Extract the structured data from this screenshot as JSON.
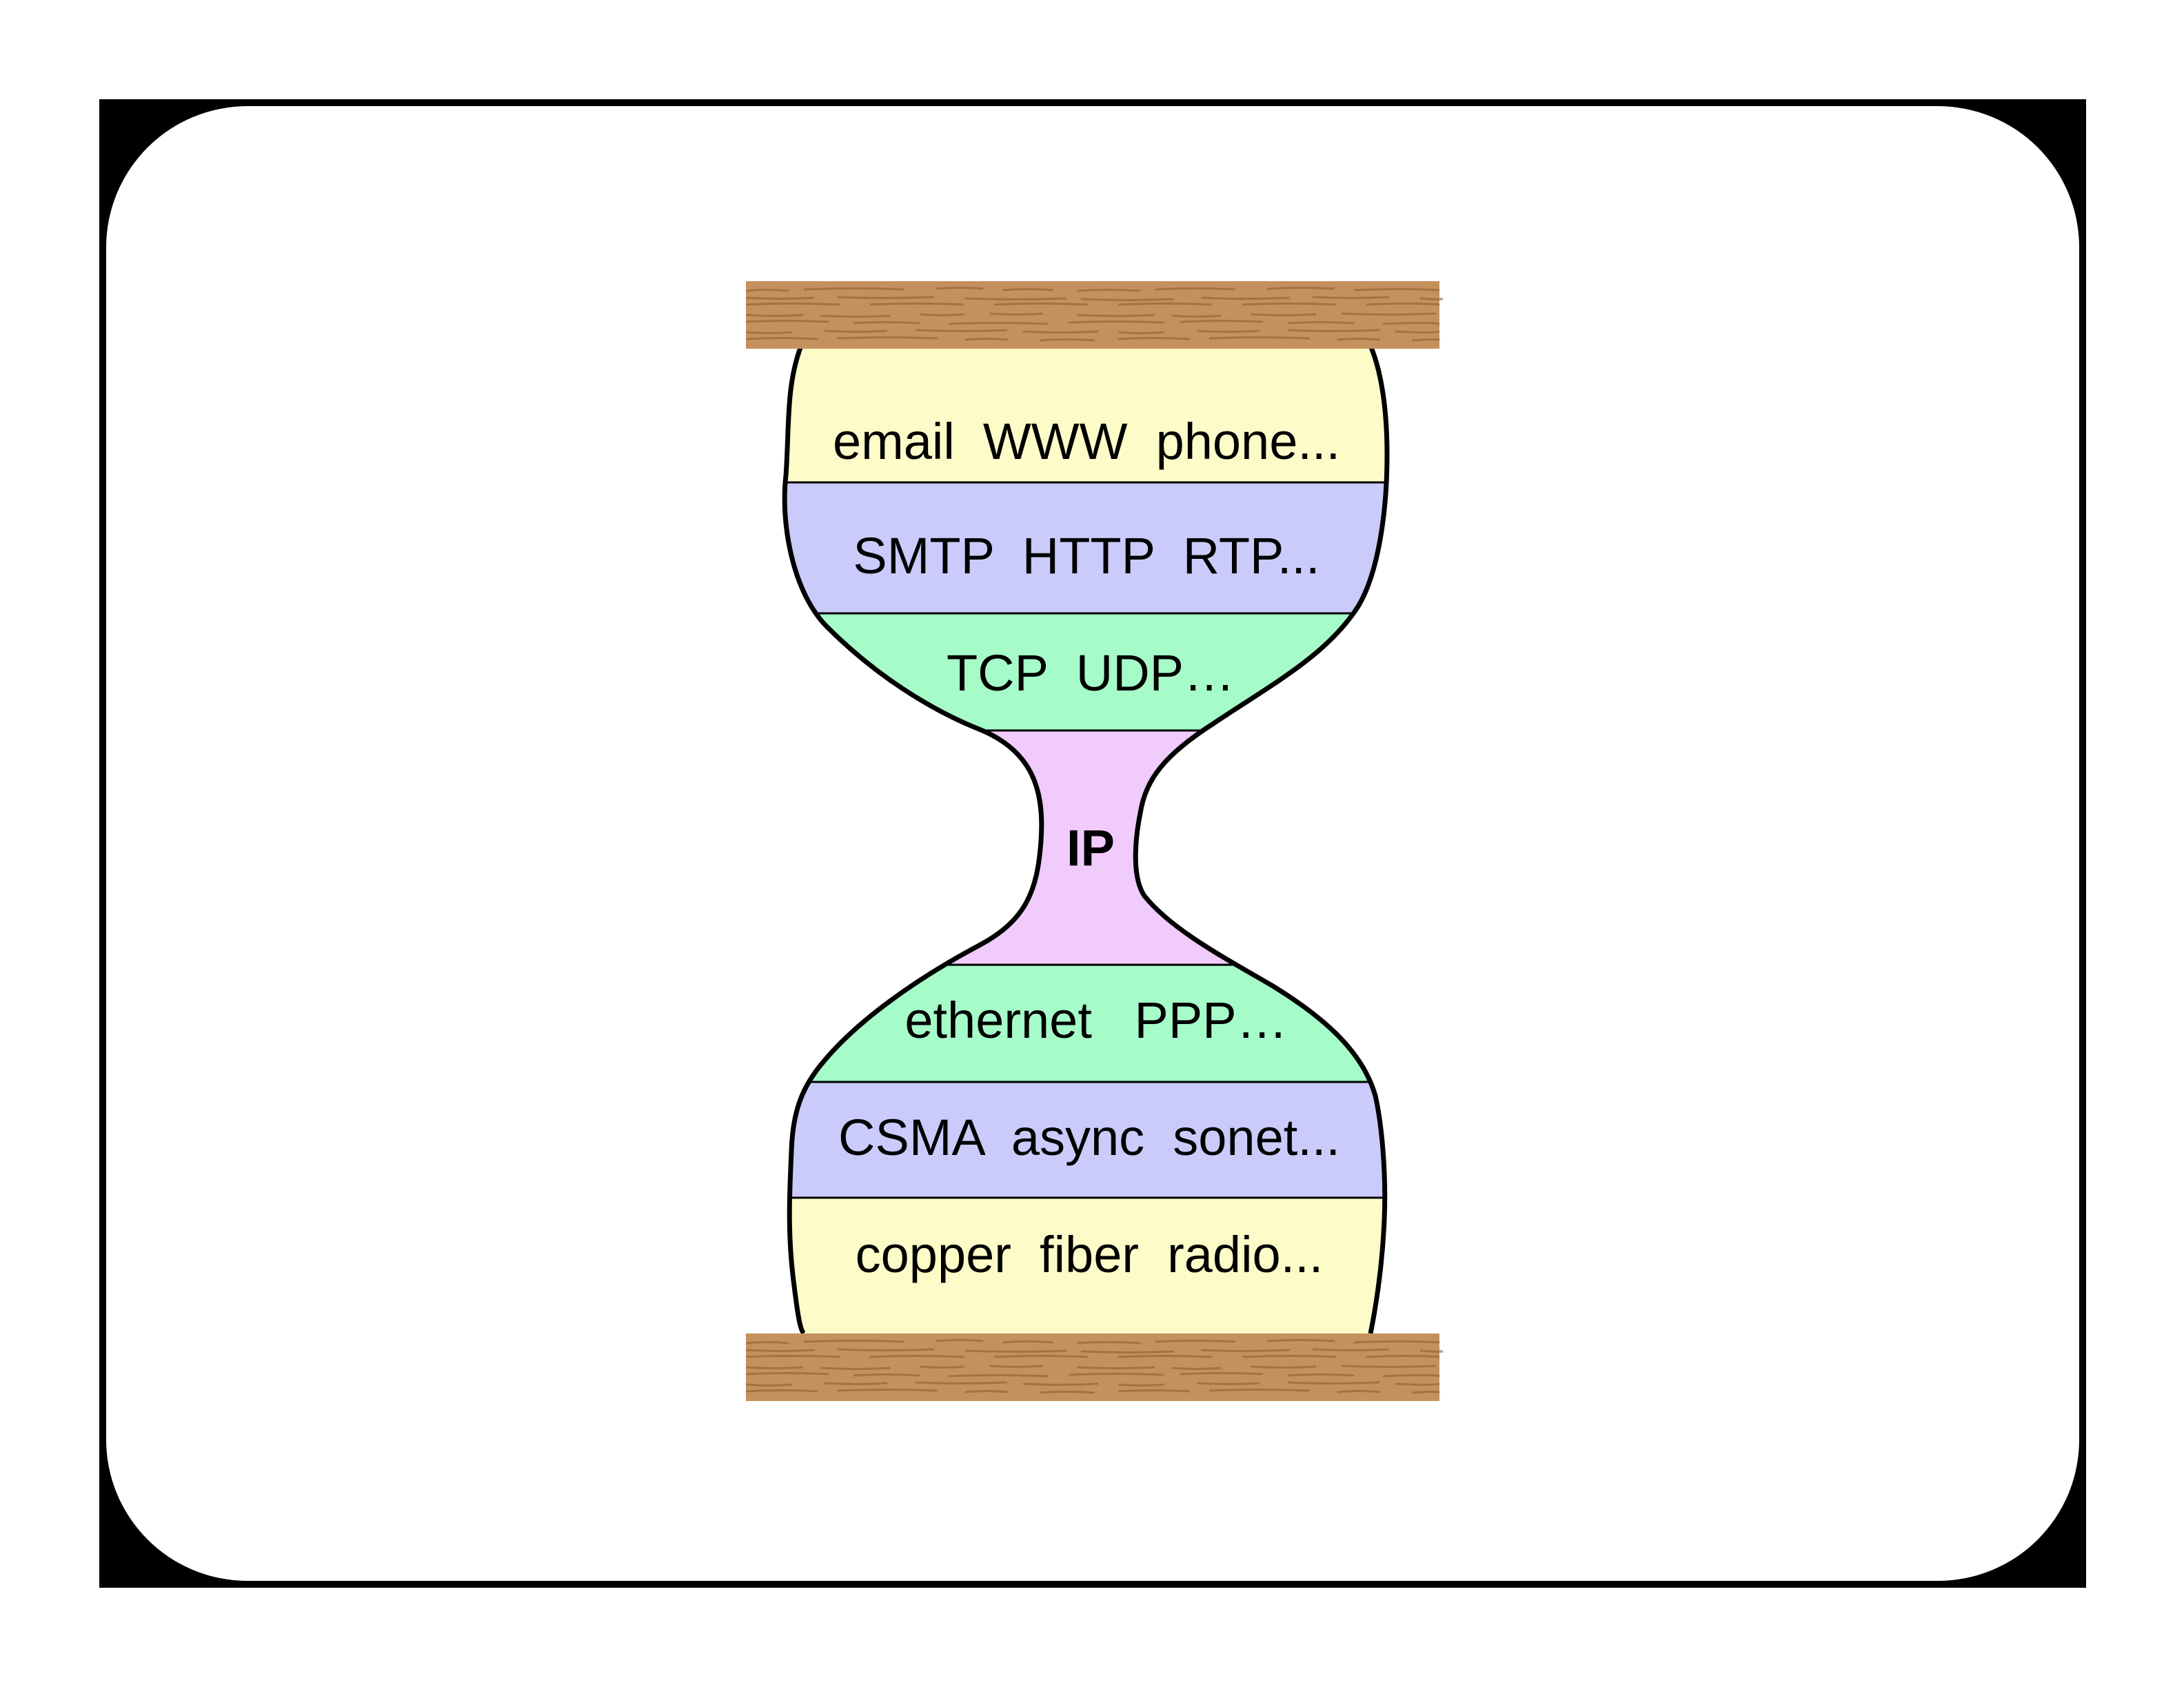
{
  "colors": {
    "black_frame": "#000000",
    "slide_background": "#ffffff",
    "wood_base": "#c4915c",
    "wood_grain": "#8a5a2e",
    "application_layer": "#fdfcc8",
    "protocol_layer": "#cbcbfb",
    "transport_layer": "#a6fcc9",
    "ip_layer": "#f0cbfc",
    "outline": "#000000"
  },
  "hourglass": {
    "layers": [
      {
        "label": "email  WWW  phone...",
        "fill_key": "application_layer"
      },
      {
        "label": "SMTP  HTTP  RTP...",
        "fill_key": "protocol_layer"
      },
      {
        "label": "TCP  UDP…",
        "fill_key": "transport_layer"
      },
      {
        "label": "IP",
        "fill_key": "ip_layer"
      },
      {
        "label": "ethernet   PPP…",
        "fill_key": "transport_layer"
      },
      {
        "label": "CSMA  async  sonet...",
        "fill_key": "protocol_layer"
      },
      {
        "label": "copper  fiber  radio...",
        "fill_key": "application_layer"
      }
    ]
  }
}
